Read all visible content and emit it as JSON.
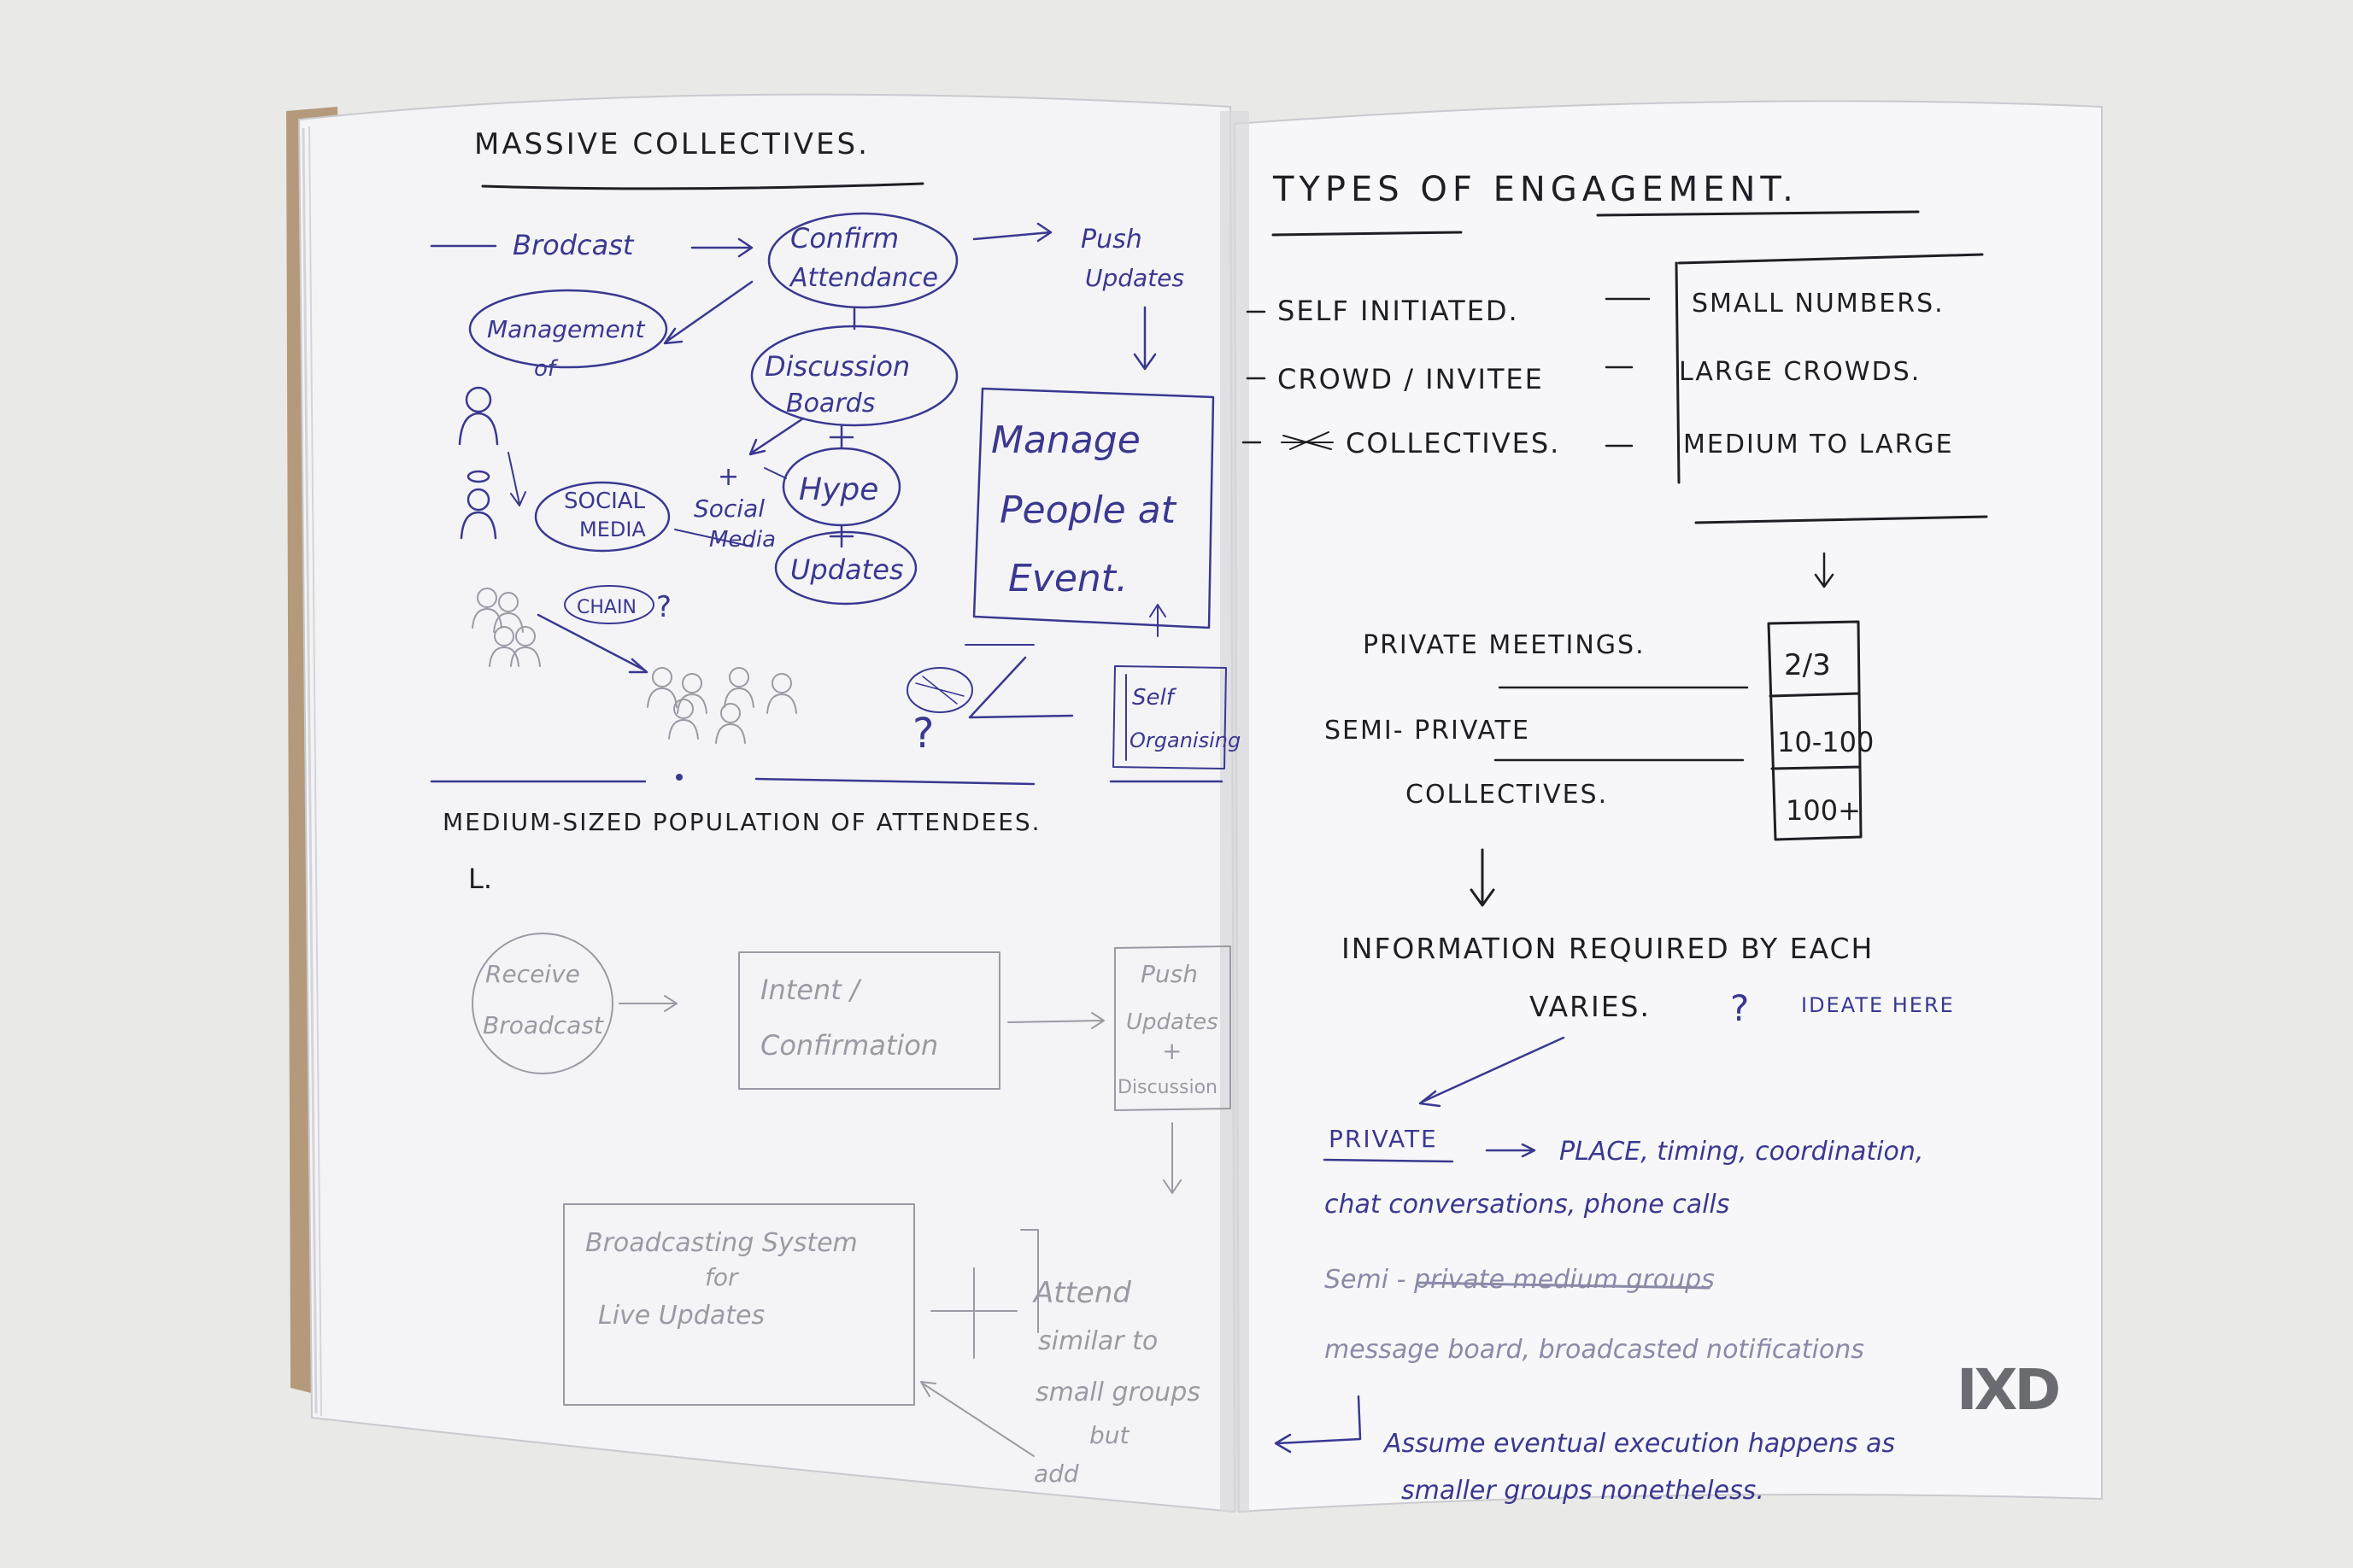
{
  "left_page": {
    "title": "MASSIVE COLLECTIVES.",
    "nodes": {
      "broadcast": "Brodcast",
      "confirm_1": "Confirm",
      "confirm_2": "Attendance",
      "push_1": "Push",
      "push_2": "Updates",
      "management_1": "Management",
      "management_2": "of",
      "discussion_1": "Discussion",
      "discussion_2": "Boards",
      "manage_1": "Manage",
      "manage_2": "People at",
      "manage_3": "Event.",
      "social_1": "SOCIAL",
      "social_2": "MEDIA",
      "plus_social_1": "+",
      "plus_social_2": "Social",
      "plus_social_3": "Media",
      "hype": "Hype",
      "updates": "Updates",
      "chain": "CHAIN",
      "chain_q": "?",
      "question": "?",
      "self_1": "Self",
      "self_2": "Organising"
    },
    "section2_title": "MEDIUM-SIZED POPULATION OF ATTENDEES.",
    "section2_mark": "L.",
    "section2": {
      "receive_1": "Receive",
      "receive_2": "Broadcast",
      "intent_1": "Intent /",
      "intent_2": "Confirmation",
      "push_1": "Push",
      "push_2": "Updates",
      "push_3": "+",
      "push_4": "Discussion",
      "broadcasting_1": "Broadcasting System",
      "broadcasting_2": "for",
      "broadcasting_3": "Live Updates",
      "plus": "+",
      "attend_1": "Attend",
      "attend_2": "similar to",
      "attend_3": "small groups",
      "attend_4": "but",
      "attend_5": "add"
    }
  },
  "right_page": {
    "title": "TYPES OF ENGAGEMENT.",
    "types": [
      "SELF INITIATED.",
      "CROWD / INVITEE",
      "COLLECTIVES."
    ],
    "sizes": [
      "SMALL NUMBERS.",
      "LARGE CROWDS.",
      "MEDIUM TO LARGE"
    ],
    "categories": [
      "PRIVATE MEETINGS.",
      "SEMI- PRIVATE",
      "COLLECTIVES."
    ],
    "counts": [
      "2/3",
      "10-100",
      "100+"
    ],
    "info_1": "INFORMATION REQUIRED BY EACH",
    "info_2": "VARIES.",
    "info_q": "?",
    "ideate": "IDEATE HERE",
    "private_label": "PRIVATE",
    "private_line_1": "PLACE, timing, coordination,",
    "private_line_2": "chat conversations, phone calls",
    "semi_line_1": "Semi - private medium groups",
    "semi_line_2": "message board, broadcasted notifications",
    "assume_1": "Assume eventual execution happens as",
    "assume_2": "smaller groups nonetheless.",
    "logo": "IXD"
  },
  "colors": {
    "ink_blue": "#3a3890",
    "ink_black": "#1e1e24",
    "pencil": "#9a9aa4",
    "paper": "#f6f6f8"
  }
}
